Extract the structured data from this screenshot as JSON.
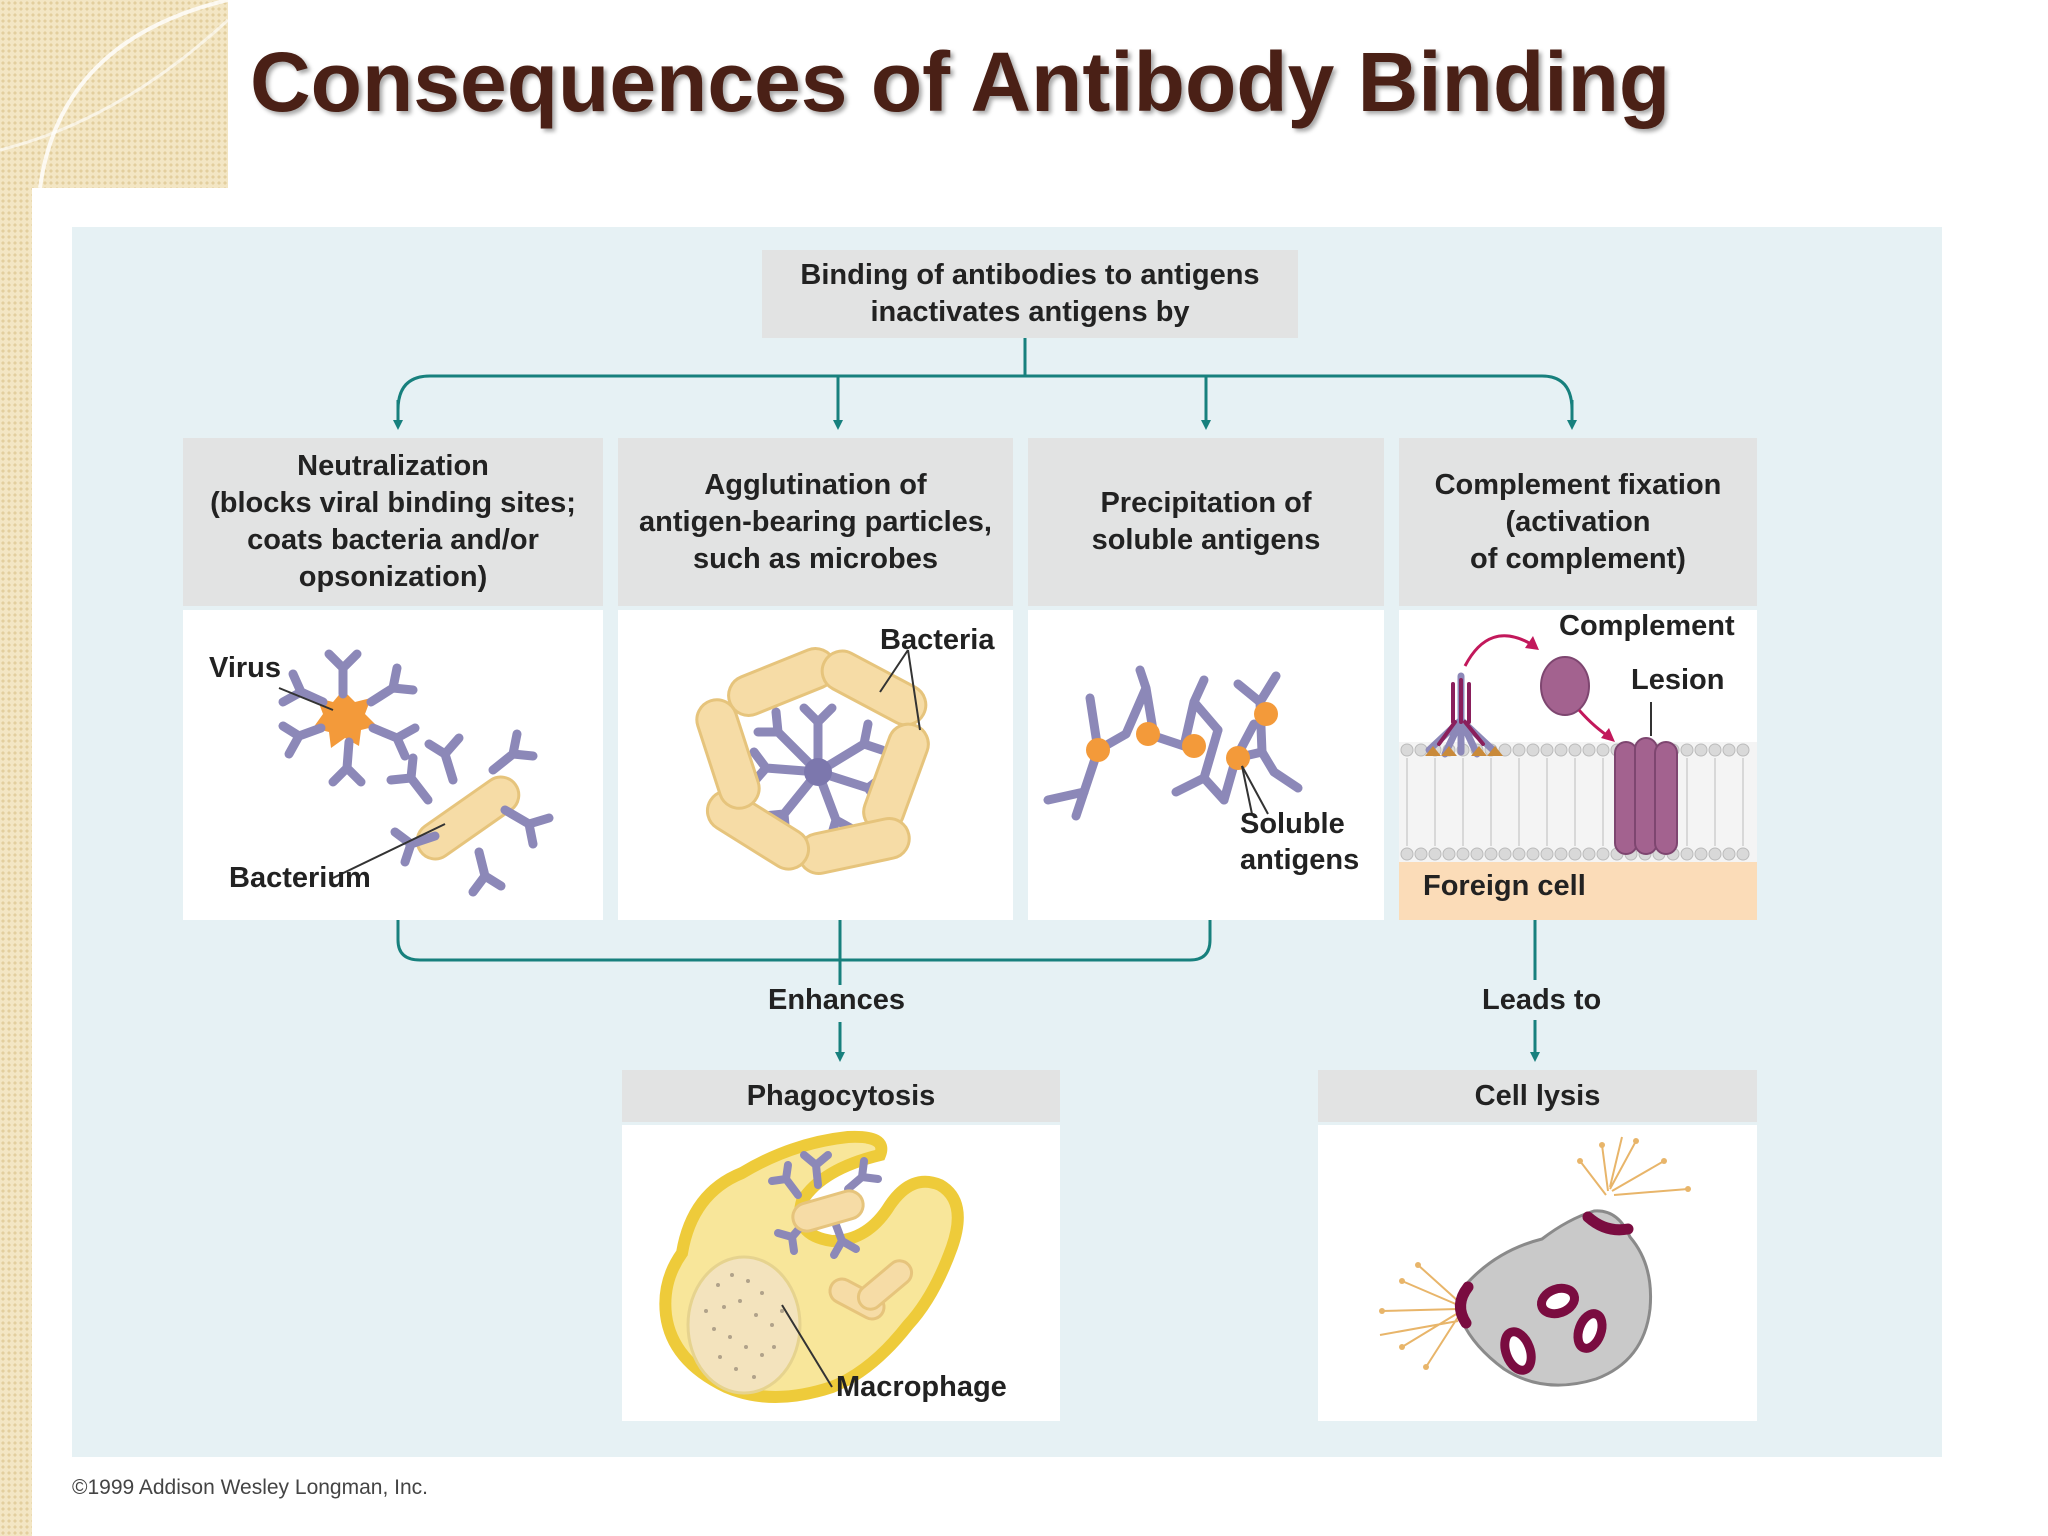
{
  "title": "Consequences of Antibody Binding",
  "top_box": "Binding of antibodies to antigens\ninactivates antigens by",
  "mechanisms": {
    "neutralization": "Neutralization\n(blocks viral binding sites;\ncoats bacteria and/or\nopsonization)",
    "agglutination": "Agglutination of\nantigen-bearing particles,\nsuch as microbes",
    "precipitation": "Precipitation of\nsoluble antigens",
    "complement_fixation": "Complement fixation\n(activation\nof complement)"
  },
  "labels": {
    "virus": "Virus",
    "bacterium": "Bacterium",
    "bacteria": "Bacteria",
    "soluble_antigens": "Soluble\nantigens",
    "complement": "Complement",
    "lesion": "Lesion",
    "foreign_cell": "Foreign cell",
    "macrophage": "Macrophage"
  },
  "connectors": {
    "enhances": "Enhances",
    "leads_to": "Leads to"
  },
  "outcomes": {
    "phagocytosis": "Phagocytosis",
    "cell_lysis": "Cell lysis"
  },
  "footer": "©1999 Addison Wesley Longman, Inc.",
  "colors": {
    "title": "#4a2016",
    "diagram_background": "#e6f1f4",
    "connector": "#17807d",
    "antibody": "#8c88b8",
    "antigen": "#f39a3a",
    "bacterium": "#f6dca6",
    "complement": "#a3628f",
    "lesion_ring": "#7a0c40"
  }
}
